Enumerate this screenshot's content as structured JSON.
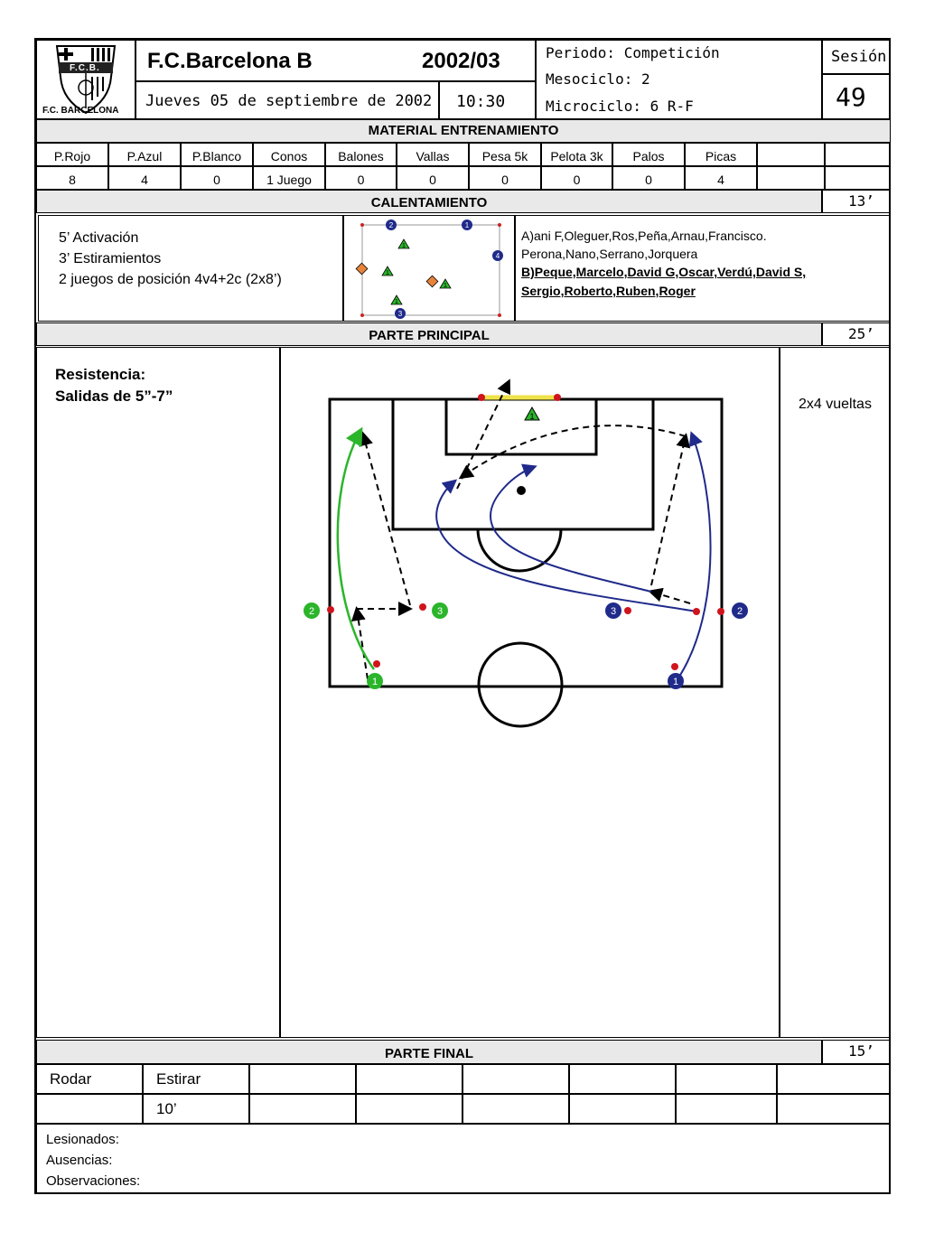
{
  "header": {
    "club_short": "F.C.B.",
    "club_name": "F.C. BARCELONA",
    "team": "F.C.Barcelona B",
    "season": "2002/03",
    "date": "Jueves 05 de septiembre de 2002",
    "time": "10:30",
    "periodo": "Periodo: Competición",
    "mesociclo": "Mesociclo: 2",
    "microciclo": "Microciclo: 6  R-F",
    "sesion_label": "Sesión",
    "sesion_number": "49"
  },
  "material": {
    "title": "MATERIAL ENTRENAMIENTO",
    "columns": [
      "P.Rojo",
      "P.Azul",
      "P.Blanco",
      "Conos",
      "Balones",
      "Vallas",
      "Pesa 5k",
      "Pelota 3k",
      "Palos",
      "Picas",
      "",
      ""
    ],
    "values": [
      "8",
      "4",
      "0",
      "1 Juego",
      "0",
      "0",
      "0",
      "0",
      "0",
      "4",
      "",
      ""
    ]
  },
  "calentamiento": {
    "title": "CALENTAMIENTO",
    "duration": "13’",
    "lines": [
      "5’ Activación",
      "3’ Estiramientos",
      "2 juegos de posición 4v4+2c (2x8’)"
    ],
    "group_a_line1": "A)ani F,Oleguer,Ros,Peña,Arnau,Francisco.",
    "group_a_line2": "Perona,Nano,Serrano,Jorquera",
    "group_b_line1": "B)Peque,Marcelo,David G,Oscar,Verdú,David S,",
    "group_b_line2": "Sergio,Roberto,Ruben,Roger",
    "diagram_labels": [
      "2",
      "1",
      "4",
      "3",
      "1",
      "1",
      "1",
      "1"
    ]
  },
  "principal": {
    "title": "PARTE  PRINCIPAL",
    "duration": "25’",
    "heading": "Resistencia:",
    "subheading": "Salidas de 5”-7”",
    "note": "2x4 vueltas",
    "player_labels": [
      "2",
      "3",
      "1",
      "3",
      "2",
      "1",
      "1"
    ]
  },
  "final": {
    "title": "PARTE  FINAL",
    "duration": "15’",
    "row1": [
      "Rodar",
      "Estirar",
      "",
      "",
      "",
      "",
      "",
      ""
    ],
    "row2": [
      "",
      "10’",
      "",
      "",
      "",
      "",
      "",
      ""
    ]
  },
  "notes": {
    "lesionados": "Lesionados:",
    "ausencias": "Ausencias:",
    "observaciones": "Observaciones:"
  },
  "colors": {
    "red": "#d0141c",
    "blue": "#1f2a8a",
    "green": "#2bb52b",
    "yellow": "#f0e24a",
    "header_bg": "#e9e9e9"
  }
}
